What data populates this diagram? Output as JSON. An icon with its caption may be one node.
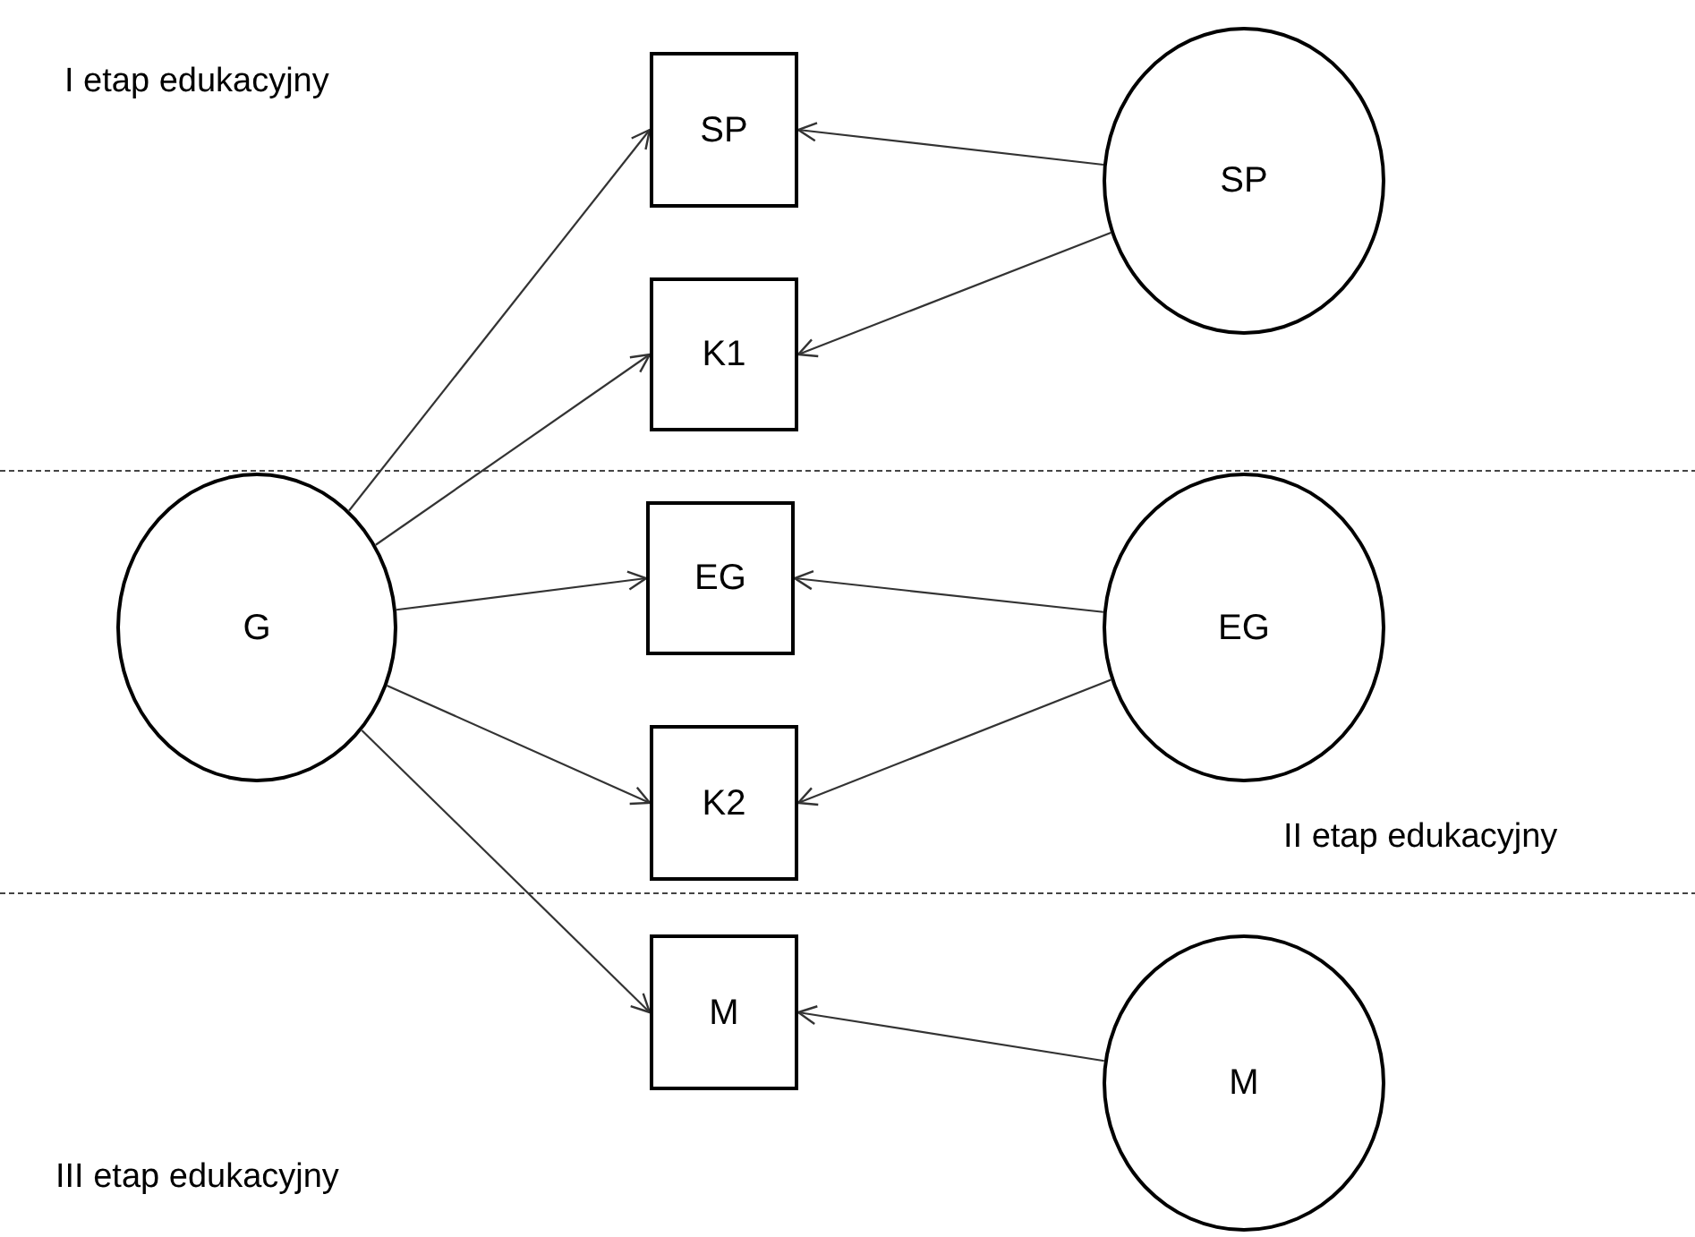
{
  "diagram": {
    "nodes": [
      {
        "text": [
          "SP"
        ]
      },
      {
        "text": [
          "SP"
        ]
      },
      {
        "text": [
          "K1"
        ]
      },
      {
        "text": [
          "G"
        ]
      },
      {
        "text": [
          "EG"
        ]
      },
      {
        "text": [
          "EG"
        ]
      },
      {
        "text": [
          "K2"
        ]
      },
      {
        "text": [
          "M"
        ]
      },
      {
        "text": [
          "M"
        ]
      }
    ],
    "edges": [
      {
        "from": 3,
        "to": 0,
        "arrow": "to"
      },
      {
        "from": 3,
        "to": 2,
        "arrow": "to"
      },
      {
        "from": 3,
        "to": 4,
        "arrow": "to"
      },
      {
        "from": 3,
        "to": 6,
        "arrow": "to"
      },
      {
        "from": 3,
        "to": 7,
        "arrow": "to"
      },
      {
        "from": 1,
        "to": 0,
        "arrow": "to"
      },
      {
        "from": 1,
        "to": 2,
        "arrow": "to"
      },
      {
        "from": 5,
        "to": 4,
        "arrow": "to"
      },
      {
        "from": 5,
        "to": 6,
        "arrow": "to"
      },
      {
        "from": 8,
        "to": 7,
        "arrow": "to"
      }
    ],
    "labels": [
      "I etap edukacyjny",
      "II etap edukacyjny",
      "III etap edukacyjny"
    ]
  }
}
